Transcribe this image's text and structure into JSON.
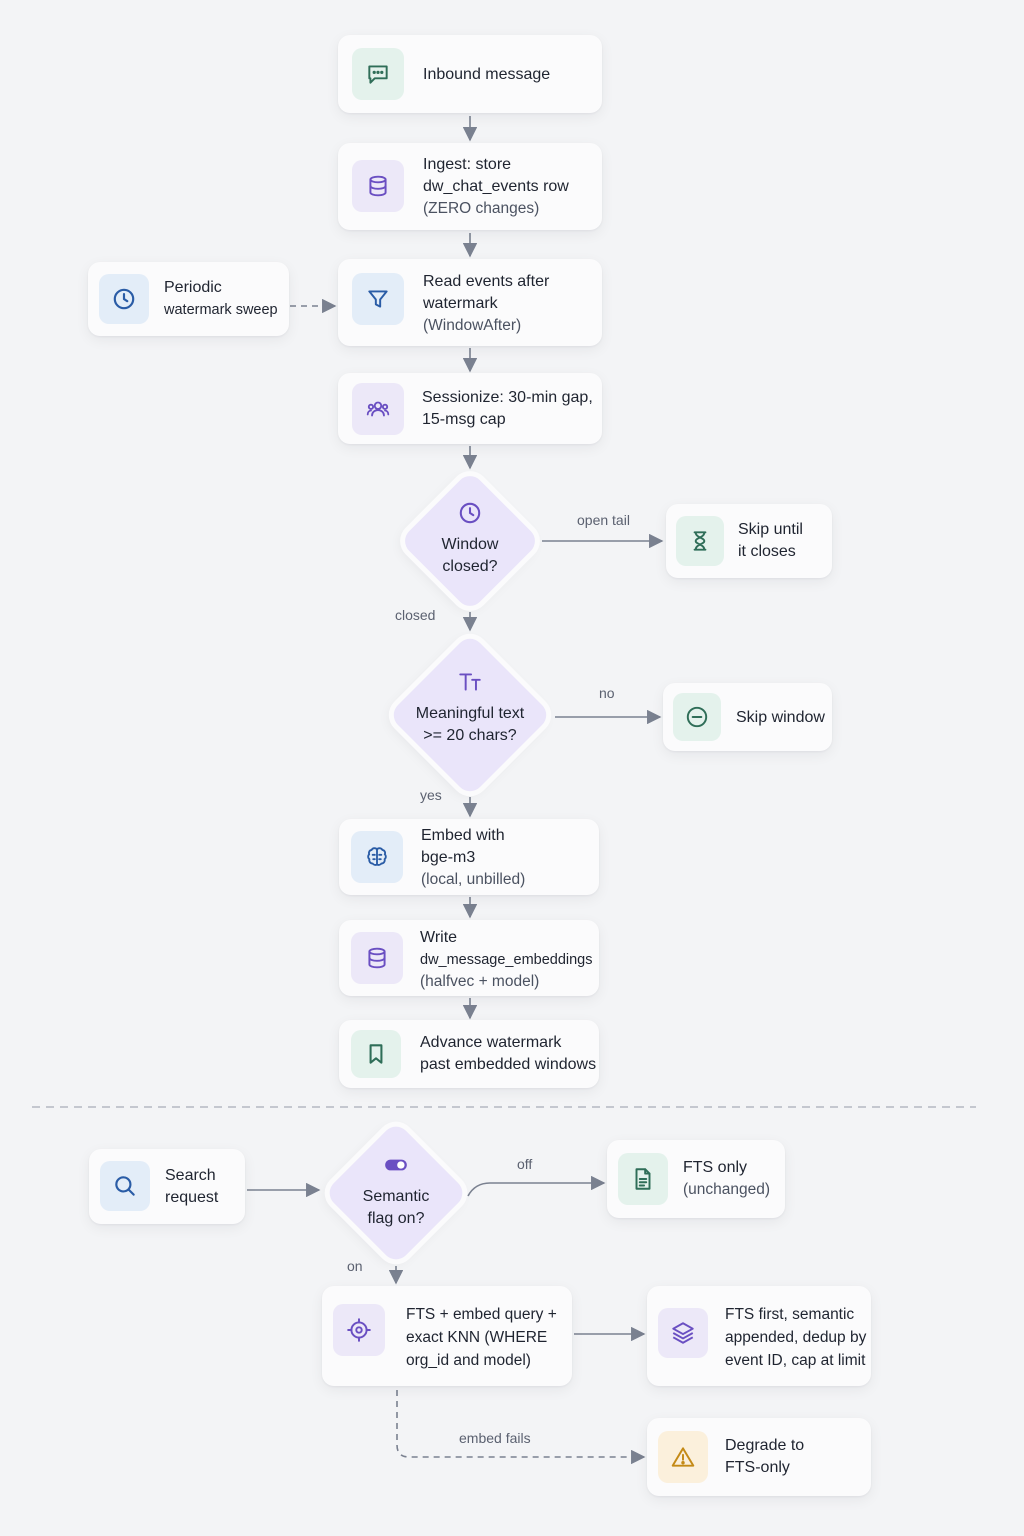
{
  "nodes": {
    "inbound": {
      "line1": "Inbound message"
    },
    "ingest": {
      "line1": "Ingest: store",
      "line2": "dw_chat_events row",
      "line3": "(ZERO changes)"
    },
    "periodic": {
      "line1": "Periodic",
      "line2": "watermark sweep"
    },
    "read_events": {
      "line1": "Read events after",
      "line2": "watermark",
      "line3": "(WindowAfter)"
    },
    "sessionize": {
      "line1": "Sessionize: 30-min gap,",
      "line2": "15-msg cap"
    },
    "window_closed": {
      "line1": "Window",
      "line2": "closed?"
    },
    "skip_until": {
      "line1": "Skip until",
      "line2": "it closes"
    },
    "meaningful": {
      "line1": "Meaningful text",
      "line2": ">= 20 chars?"
    },
    "skip_window": {
      "line1": "Skip window"
    },
    "embed": {
      "line1": "Embed with",
      "line2": "bge-m3",
      "line3": "(local, unbilled)"
    },
    "write": {
      "line1": "Write",
      "line2": "dw_message_embeddings",
      "line3": "(halfvec + model)"
    },
    "advance": {
      "line1": "Advance watermark",
      "line2": "past embedded windows"
    },
    "search": {
      "line1": "Search",
      "line2": "request"
    },
    "semantic_flag": {
      "line1": "Semantic",
      "line2": "flag on?"
    },
    "fts_only": {
      "line1": "FTS only",
      "line2": "(unchanged)"
    },
    "fts_embed": {
      "line1": "FTS + embed query +",
      "line2": "exact KNN (WHERE",
      "line3": "org_id and model)"
    },
    "fts_first": {
      "line1": "FTS first, semantic",
      "line2": "appended, dedup by",
      "line3": "event ID, cap at limit"
    },
    "degrade": {
      "line1": "Degrade to",
      "line2": "FTS-only"
    }
  },
  "edge_labels": {
    "open_tail": "open tail",
    "closed": "closed",
    "no": "no",
    "yes": "yes",
    "off": "off",
    "on": "on",
    "embed_fails": "embed fails"
  },
  "icons": {
    "inbound": "chat-bubble-icon",
    "ingest": "database-icon",
    "periodic": "clock-icon",
    "read_events": "filter-icon",
    "sessionize": "users-icon",
    "window_closed": "clock-icon",
    "skip_until": "hourglass-icon",
    "meaningful": "text-size-icon",
    "skip_window": "minus-circle-icon",
    "embed": "brain-icon",
    "write": "database-icon",
    "advance": "bookmark-icon",
    "search": "search-icon",
    "semantic_flag": "toggle-icon",
    "fts_only": "document-icon",
    "fts_embed": "target-icon",
    "fts_first": "layers-icon",
    "degrade": "warning-icon"
  },
  "colors": {
    "background": "#f3f4f6",
    "card": "#fbfbfc",
    "diamond": "#eae5fa",
    "connector": "#7a8190",
    "green_tint": "#e4f2ec",
    "purple_tint": "#ece8f8",
    "blue_tint": "#e3edf8",
    "yellow_tint": "#fbf0dc"
  }
}
